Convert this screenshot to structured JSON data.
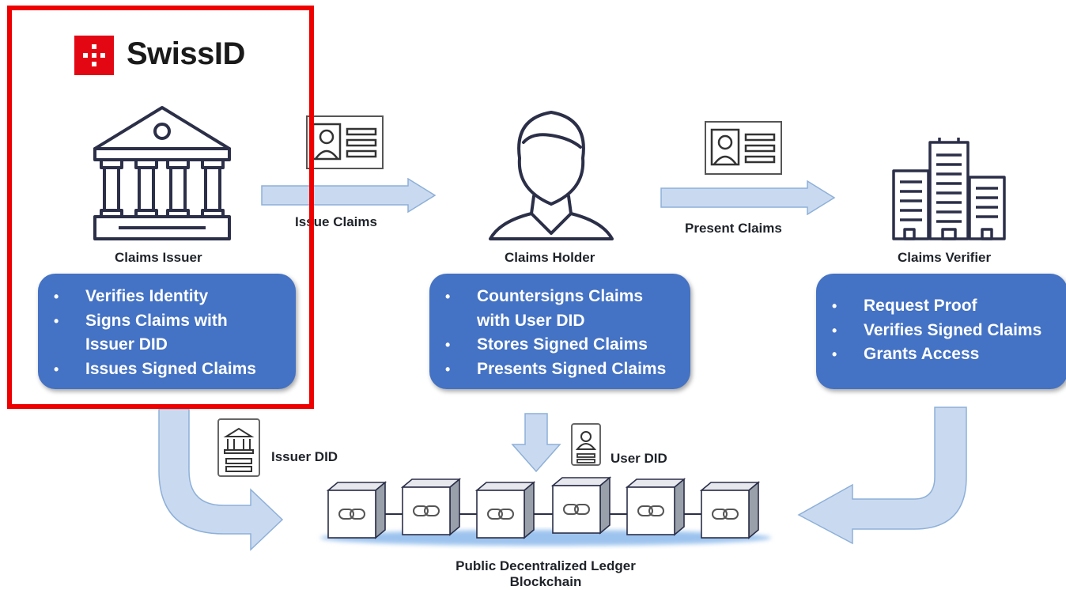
{
  "brand": {
    "name": "SwissID",
    "accent_color": "#e30613"
  },
  "highlight": {
    "color": "#ee0000"
  },
  "colors": {
    "box_fill": "#4472c4",
    "arrow_fill": "#c9daf0",
    "arrow_stroke": "#8eb0d9"
  },
  "issuer": {
    "label": "Claims Issuer",
    "icon": "bank-icon",
    "bullets": [
      "Verifies Identity",
      "Signs Claims with",
      "Issuer DID",
      "Issues Signed Claims"
    ]
  },
  "holder": {
    "label": "Claims Holder",
    "icon": "person-icon",
    "bullets": [
      "Countersigns Claims",
      "with User DID",
      "Stores Signed Claims",
      "Presents Signed Claims"
    ]
  },
  "verifier": {
    "label": "Claims Verifier",
    "icon": "buildings-icon",
    "bullets": [
      "Request Proof",
      "Verifies Signed Claims",
      "Grants Access"
    ]
  },
  "flows": {
    "issue_claims": "Issue Claims",
    "present_claims": "Present Claims",
    "issuer_did": "Issuer DID",
    "user_did": "User DID"
  },
  "ledger": {
    "title_line1": "Public Decentralized Ledger",
    "title_line2": "Blockchain",
    "blocks": 6,
    "block_icon": "chain-link-icon"
  }
}
